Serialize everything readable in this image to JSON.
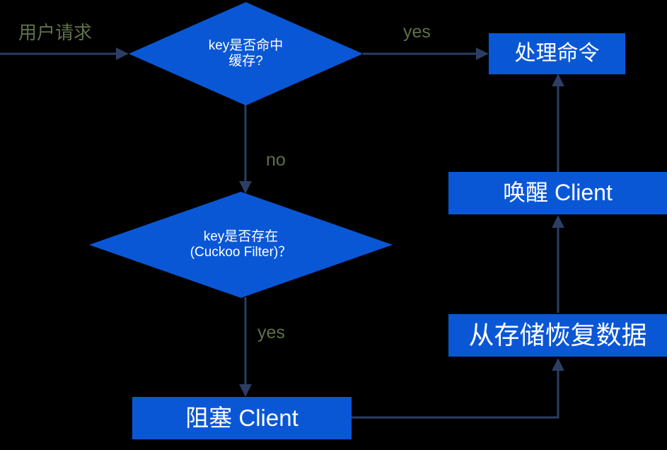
{
  "diagram": {
    "type": "flowchart",
    "title": "",
    "colors": {
      "background": "#000000",
      "node_fill": "#0a57d6",
      "node_text": "#ffffff",
      "edge_line": "#2c3e63",
      "edge_label_text": "#5f7049"
    },
    "entry": {
      "label": "用户请求"
    },
    "nodes": [
      {
        "id": "cache-check",
        "shape": "diamond",
        "label": "key是否命中\n缓存?"
      },
      {
        "id": "process-command",
        "shape": "rect",
        "label": "处理命令"
      },
      {
        "id": "cuckoo-check",
        "shape": "diamond",
        "label": "key是否存在\n(Cuckoo Filter)？"
      },
      {
        "id": "wake-client",
        "shape": "rect",
        "label": "唤醒 Client"
      },
      {
        "id": "restore-from-storage",
        "shape": "rect",
        "label": "从存储恢复数据"
      },
      {
        "id": "block-client",
        "shape": "rect",
        "label": "阻塞 Client"
      }
    ],
    "edges": [
      {
        "id": "entry-to-cache",
        "from": "start",
        "to": "cache-check",
        "label": "用户请求"
      },
      {
        "id": "cache-yes",
        "from": "cache-check",
        "to": "process-command",
        "label": "yes"
      },
      {
        "id": "cache-no",
        "from": "cache-check",
        "to": "cuckoo-check",
        "label": "no"
      },
      {
        "id": "cuckoo-yes",
        "from": "cuckoo-check",
        "to": "block-client",
        "label": "yes"
      },
      {
        "id": "block-to-restore",
        "from": "block-client",
        "to": "restore-from-storage",
        "label": ""
      },
      {
        "id": "restore-to-wake",
        "from": "restore-from-storage",
        "to": "wake-client",
        "label": ""
      },
      {
        "id": "wake-to-process",
        "from": "wake-client",
        "to": "process-command",
        "label": ""
      }
    ]
  }
}
